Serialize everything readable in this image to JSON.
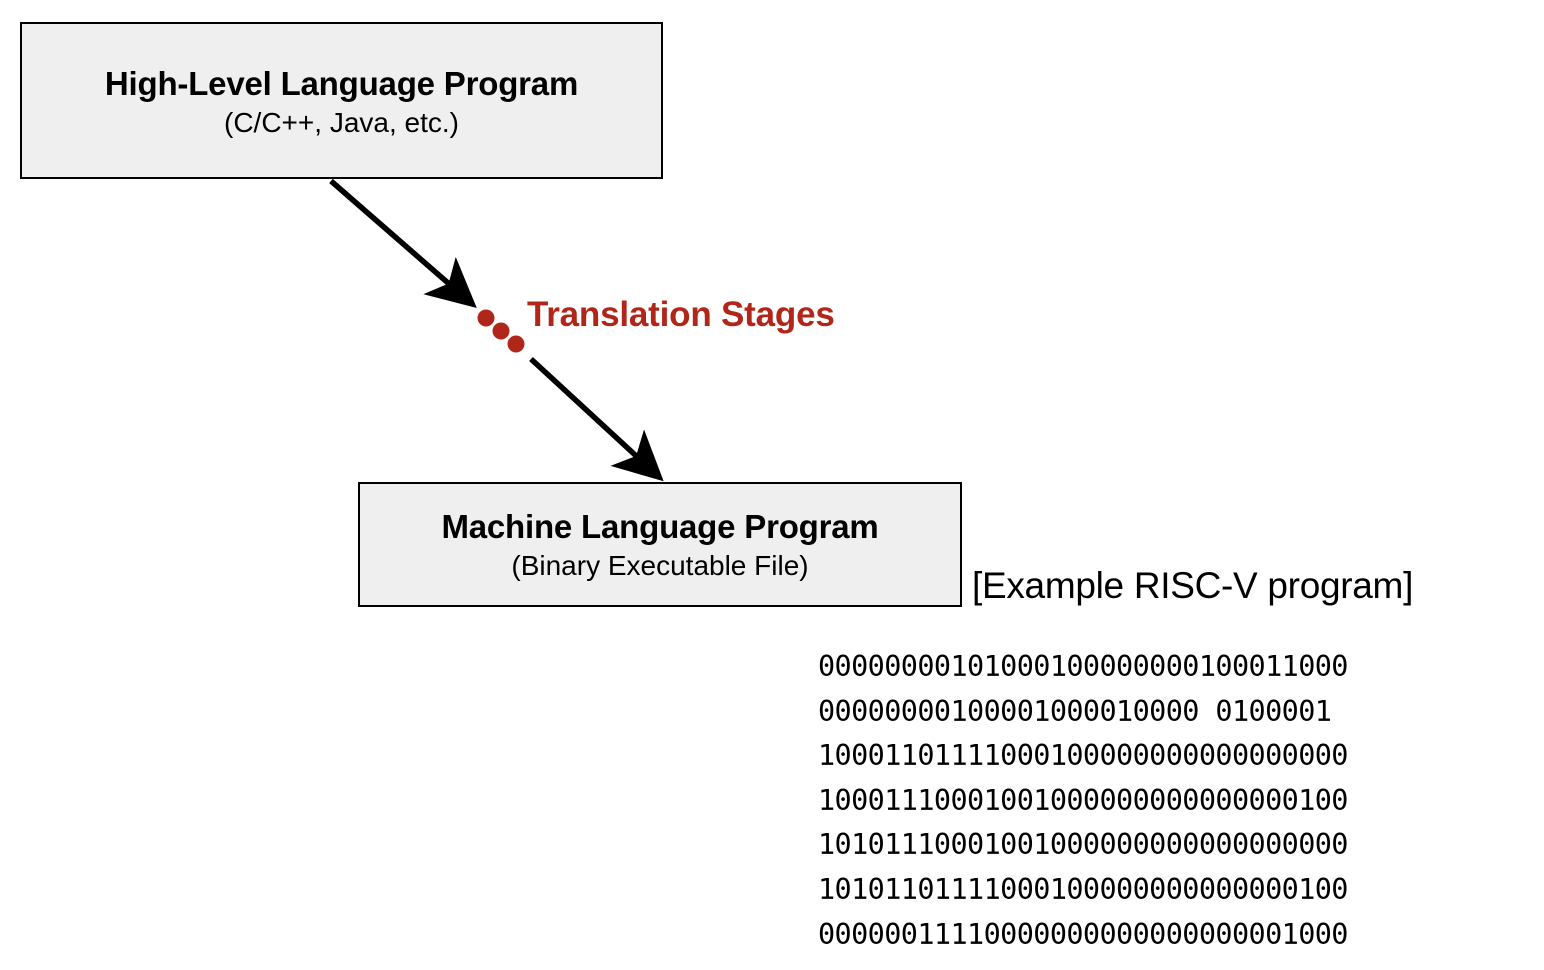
{
  "diagram": {
    "accent_color": "#b0261a",
    "box_fill": "#efefef",
    "box_border": "#000000",
    "nodes": [
      {
        "id": "high-level-language-program",
        "title": "High-Level Language Program",
        "subtitle": "(C/C++, Java, etc.)"
      },
      {
        "id": "machine-language-program",
        "title": "Machine Language Program",
        "subtitle": "(Binary Executable File)"
      }
    ],
    "edge": {
      "label": "Translation Stages",
      "style": "solid-arrow-with-red-dots",
      "dot_count": 3,
      "dot_color": "#b0261a",
      "from": "high-level-language-program",
      "to": "machine-language-program"
    }
  },
  "example": {
    "caption": "[Example RISC-V program]",
    "lines": [
      "00000000101000100000000100011000",
      "00000000100001000010000 0100001",
      "10001101111000100000000000000000",
      "10001110001001000000000000000100",
      "10101110001001000000000000000000",
      "10101101111000100000000000000100",
      "00000011110000000000000000001000"
    ]
  }
}
